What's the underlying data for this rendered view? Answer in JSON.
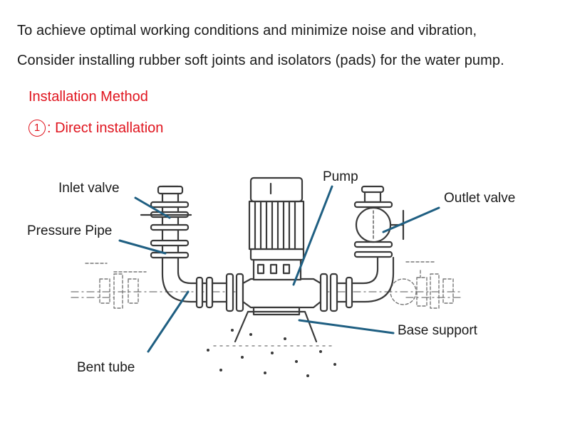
{
  "intro": {
    "line1": "To achieve optimal working conditions and minimize noise and vibration,",
    "line2": "Consider installing rubber soft joints and isolators (pads) for the water pump."
  },
  "method": {
    "title": "Installation Method",
    "number": "1",
    "item": ": Direct installation"
  },
  "labels": {
    "inlet_valve": "Inlet valve",
    "pressure_pipe": "Pressure Pipe",
    "pump": "Pump",
    "outlet_valve": "Outlet valve",
    "base_support": "Base support",
    "bent_tube": "Bent tube"
  },
  "colors": {
    "heading_red": "#e0141e",
    "pointer_blue": "#1f5f82",
    "drawing_ink": "#3a3a3a"
  }
}
